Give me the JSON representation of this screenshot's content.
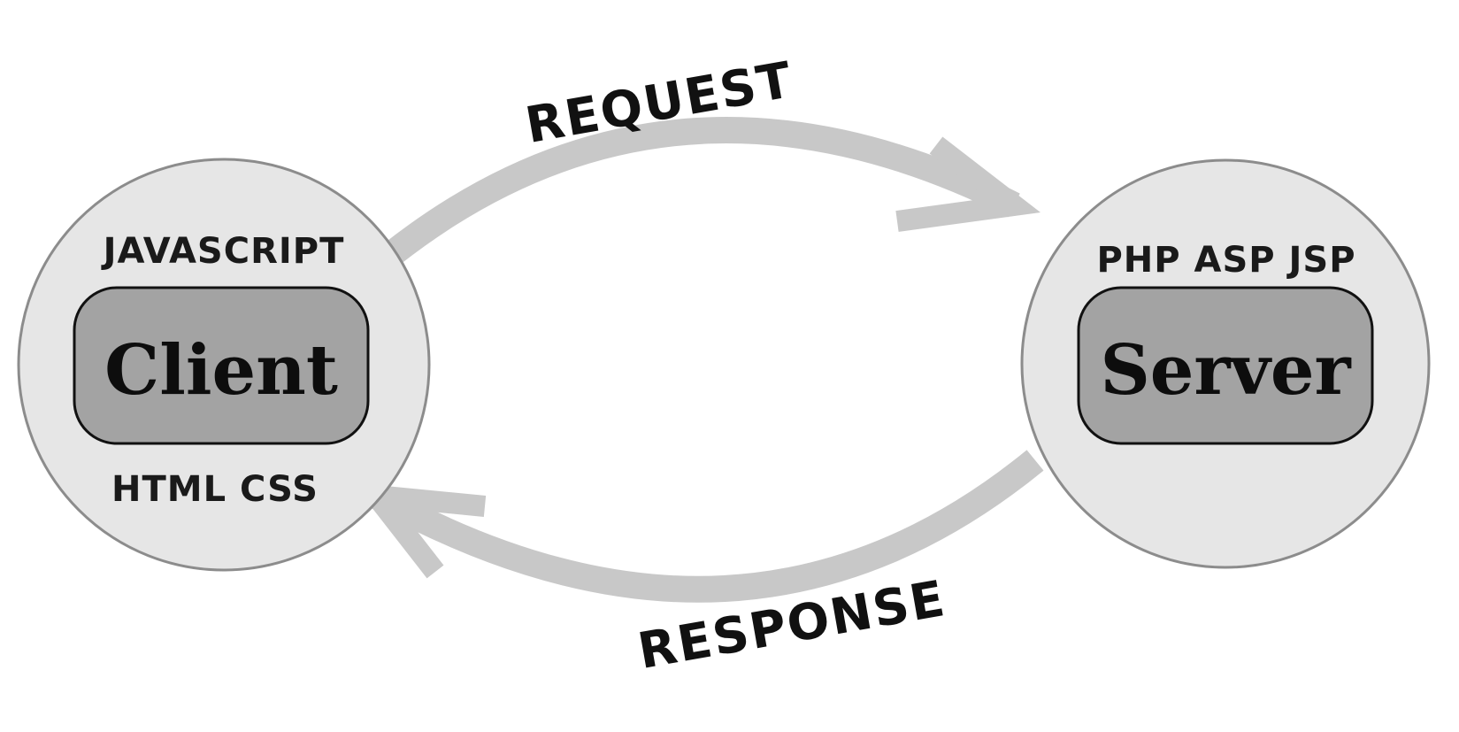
{
  "diagram": {
    "client": {
      "top_label": "JAVASCRIPT",
      "box_label": "Client",
      "bottom_label": "HTML CSS"
    },
    "server": {
      "top_label": "PHP ASP JSP",
      "box_label": "Server"
    },
    "request_label": "REQUEST",
    "response_label": "RESPONSE"
  }
}
